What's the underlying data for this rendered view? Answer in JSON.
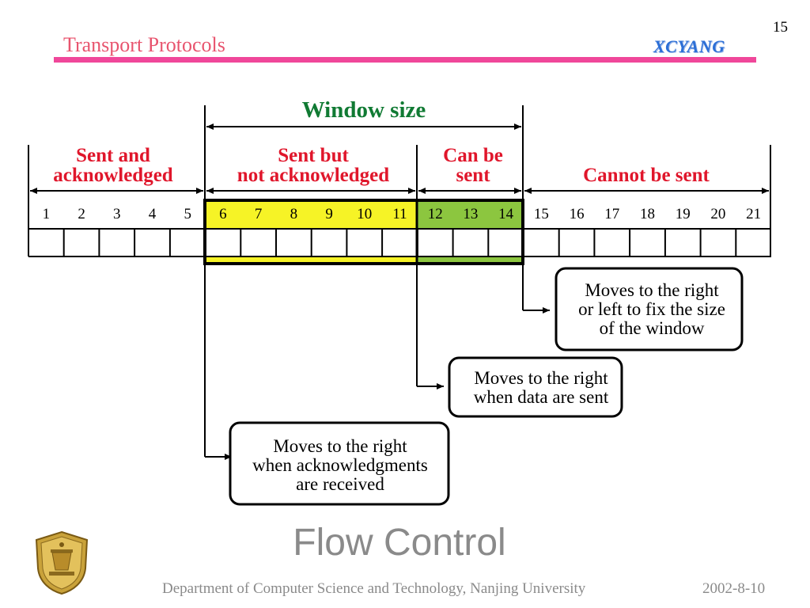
{
  "header": {
    "slide_number": "15",
    "title": "Transport Protocols",
    "brand": "XCYANG"
  },
  "diagram": {
    "window_label": "Window size",
    "regions": {
      "sent_ack": [
        "Sent and",
        "acknowledged"
      ],
      "sent_not_ack": [
        "Sent but",
        "not acknowledged"
      ],
      "can_be_sent": [
        "Can be",
        "sent"
      ],
      "cannot_be_sent": [
        "Cannot be sent"
      ]
    },
    "slots": [
      "1",
      "2",
      "3",
      "4",
      "5",
      "6",
      "7",
      "8",
      "9",
      "10",
      "11",
      "12",
      "13",
      "14",
      "15",
      "16",
      "17",
      "18",
      "19",
      "20",
      "21"
    ],
    "notes": {
      "right_wall": [
        "Moves to the right",
        "or left to fix the size",
        "of the window"
      ],
      "middle_wall": [
        "Moves to the right",
        "when data are sent"
      ],
      "left_wall": [
        "Moves to the right",
        "when acknowledgments",
        "are received"
      ]
    },
    "colors": {
      "sent_not_ack": "#f6f326",
      "can_be_sent": "#8cc63f",
      "labels": "#e0162b",
      "window_label": "#107a33"
    }
  },
  "slide_title": "Flow Control",
  "footer": {
    "department": "Department of Computer Science and Technology, Nanjing University",
    "date": "2002-8-10"
  },
  "logo_icon": "university-crest-icon"
}
